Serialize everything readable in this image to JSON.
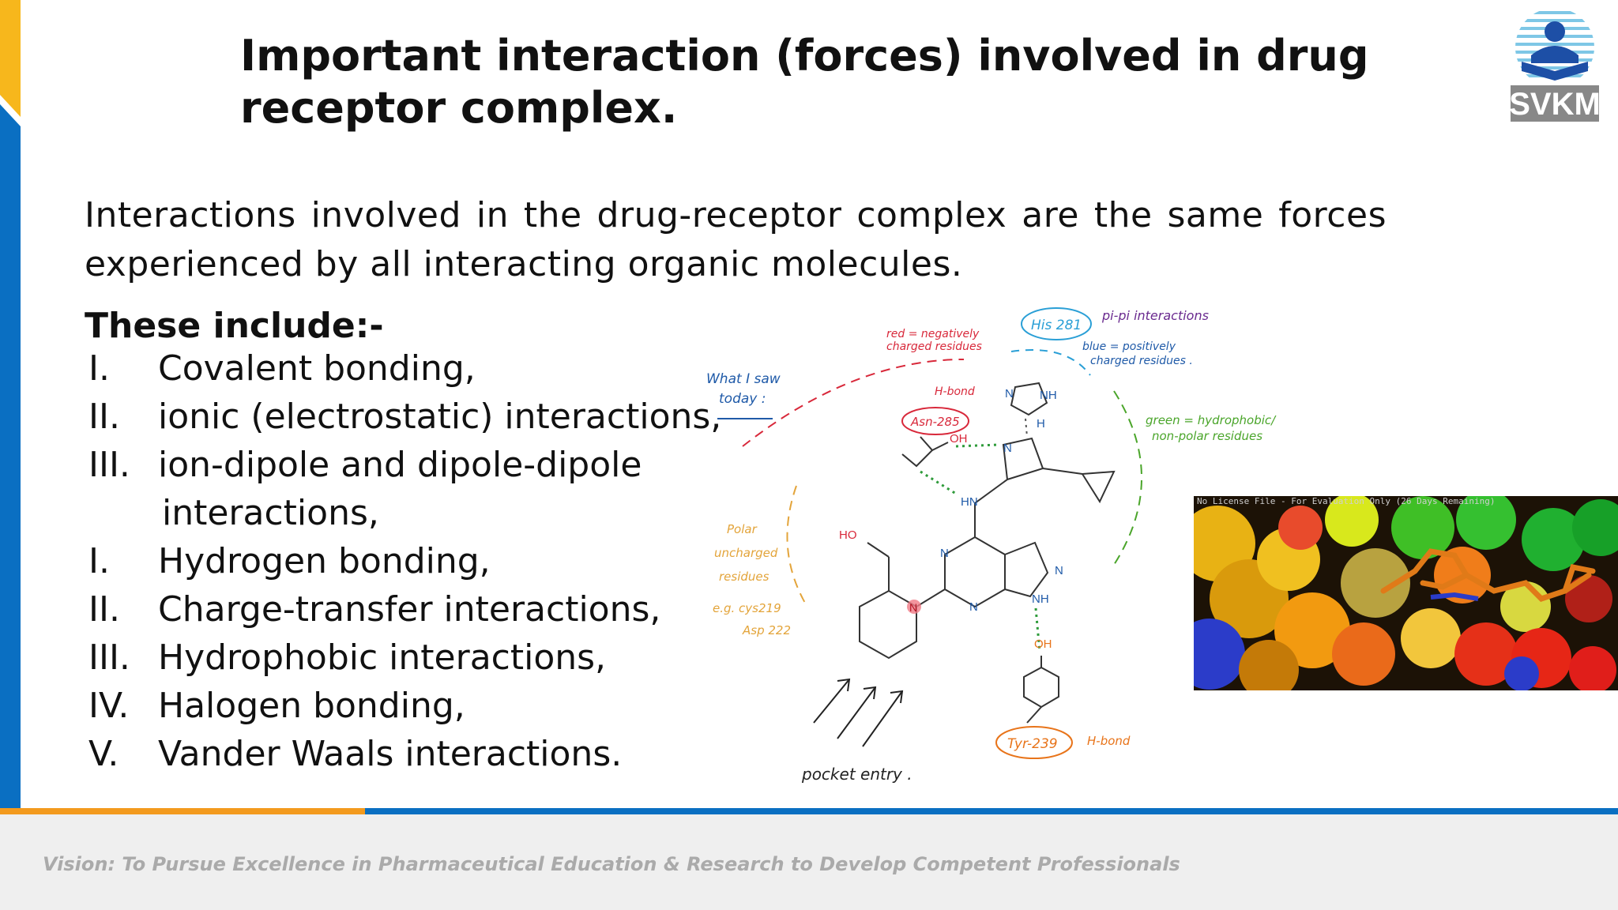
{
  "slide": {
    "title": "Important interaction (forces) involved in drug receptor complex.",
    "intro": "Interactions involved in the drug-receptor complex are the same forces experienced by all interacting organic molecules.",
    "subheading": "These include:-",
    "items": [
      {
        "num": "I.",
        "text": "Covalent bonding,"
      },
      {
        "num": "II.",
        "text": "ionic (electrostatic) interactions,"
      },
      {
        "num": "III.",
        "text": "ion-dipole and dipole-dipole"
      },
      {
        "num": "",
        "text": "interactions,"
      },
      {
        "num": "I.",
        "text": "Hydrogen bonding,"
      },
      {
        "num": "II.",
        "text": "Charge-transfer interactions,"
      },
      {
        "num": "III.",
        "text": "Hydrophobic interactions,"
      },
      {
        "num": "IV.",
        "text": "Halogen bonding,"
      },
      {
        "num": "V.",
        "text": "Vander Waals interactions."
      }
    ],
    "footer": "Vision: To Pursue Excellence in Pharmaceutical Education & Research to Develop Competent Professionals"
  },
  "logo": {
    "text": "SVKM"
  },
  "sketch": {
    "what_i_saw": [
      "What I saw",
      "today :"
    ],
    "red_note": [
      "red = negatively",
      "charged residues"
    ],
    "his": "His 281",
    "pi_pi": "pi-pi interactions",
    "blue_note": [
      "blue = positively",
      "charged residues ."
    ],
    "green_note": [
      "green = hydrophobic/",
      "non-polar residues"
    ],
    "h_bond_top": "H-bond",
    "asn": "Asn-285",
    "polar_note": [
      "Polar",
      "uncharged",
      "residues",
      "e.g. cys219",
      "Asp 222"
    ],
    "tyr": "Tyr-239",
    "h_bond_bottom": "H-bond",
    "pocket": "pocket entry .",
    "atoms": {
      "oh": "OH",
      "ho": "HO",
      "hn": "HN",
      "n": "N",
      "nh": "NH",
      "h": "H"
    }
  },
  "photo": {
    "watermark": "No License File - For Evaluation Only (26 Days Remaining)"
  },
  "colors": {
    "accent_blue": "#0a6fc2",
    "accent_orange": "#f39a1e",
    "accent_yellow": "#f7b71c",
    "red_ink": "#d8283a",
    "blue_ink": "#2a9fd6",
    "green_ink": "#4aa52a",
    "orange_ink": "#e8741a",
    "purple_ink": "#6a2a8f",
    "polar_ink": "#e3a43a"
  }
}
